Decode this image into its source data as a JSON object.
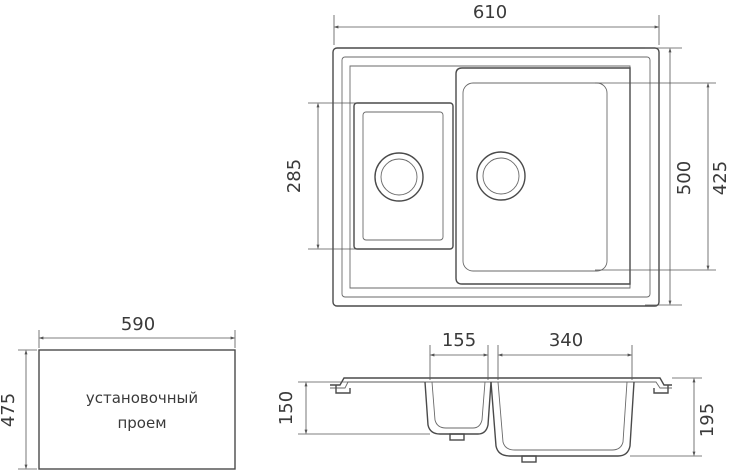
{
  "dimensions": {
    "overall_width": "610",
    "overall_depth": "500",
    "main_bowl_length": "425",
    "small_bowl_length": "285",
    "cutout_width": "590",
    "cutout_depth": "475",
    "small_bowl_width": "155",
    "main_bowl_width": "340",
    "small_bowl_depth": "150",
    "main_bowl_depth": "195"
  },
  "cutout": {
    "line1": "установочный",
    "line2": "проем"
  },
  "colors": {
    "line": "#4a4a4a",
    "text": "#3a3a3a",
    "background": "#ffffff"
  }
}
